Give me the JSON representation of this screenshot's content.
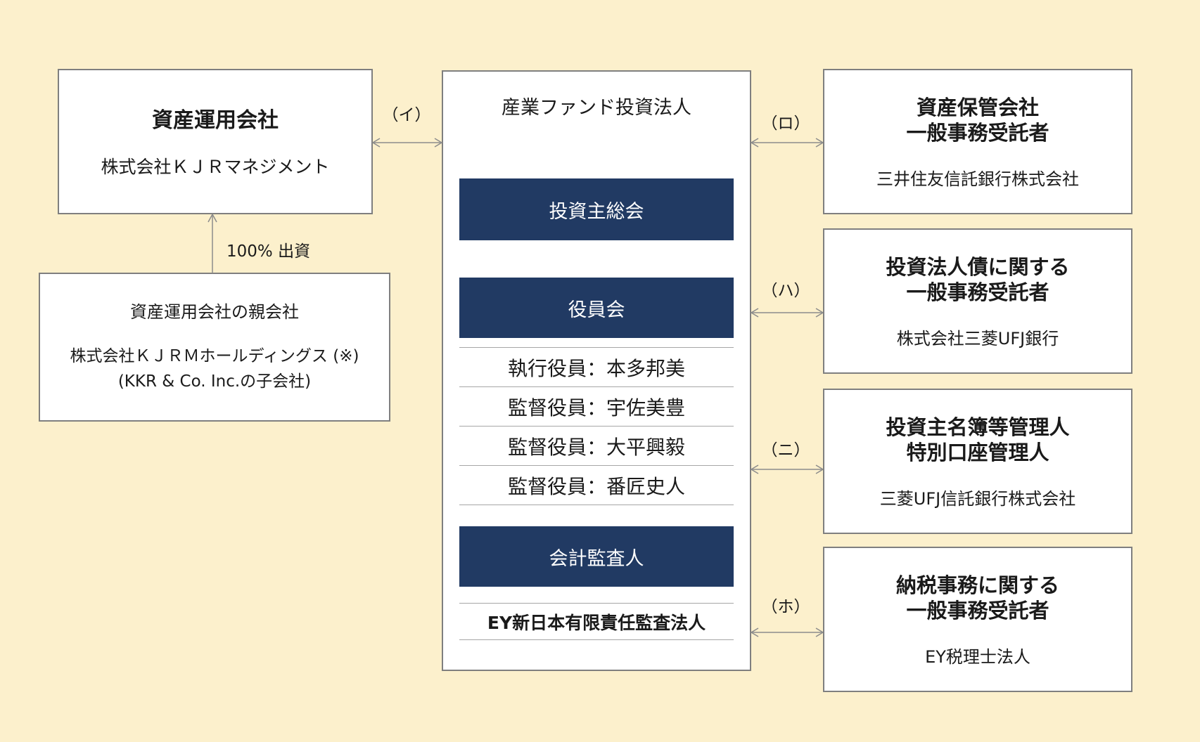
{
  "colors": {
    "background": "#FCF0CC",
    "navy": "#213A63",
    "box_border": "#7F7F7F",
    "arrow_gray": "#8C8C8C",
    "separator_gray": "#A6A6A6"
  },
  "asset_manager": {
    "title": "資産運用会社",
    "name": "株式会社ＫＪＲマネジメント"
  },
  "parent_company": {
    "title": "資産運用会社の親会社",
    "name": "株式会社ＫＪＲＭホールディングス (※)",
    "note": "(KKR & Co. Inc.の子会社)"
  },
  "ownership_label": "100% 出資",
  "fund": {
    "title": "産業ファンド投資法人",
    "sections": {
      "shareholders_meeting": "投資主総会",
      "board": "役員会",
      "auditor": "会計監査人"
    },
    "officers": [
      "執行役員：本多邦美",
      "監督役員：宇佐美豊",
      "監督役員：大平興毅",
      "監督役員：番匠史人"
    ],
    "auditor_name": "EY新日本有限責任監査法人"
  },
  "relations": {
    "a": "（イ）",
    "b": "（ロ）",
    "c": "（ハ）",
    "d": "（ニ）",
    "e": "（ホ）"
  },
  "service_providers": [
    {
      "title_lines": [
        "資産保管会社",
        "一般事務受託者"
      ],
      "name": "三井住友信託銀行株式会社"
    },
    {
      "title_lines": [
        "投資法人債に関する",
        "一般事務受託者"
      ],
      "name": "株式会社三菱UFJ銀行"
    },
    {
      "title_lines": [
        "投資主名簿等管理人",
        "特別口座管理人"
      ],
      "name": "三菱UFJ信託銀行株式会社"
    },
    {
      "title_lines": [
        "納税事務に関する",
        "一般事務受託者"
      ],
      "name": "EY税理士法人"
    }
  ]
}
